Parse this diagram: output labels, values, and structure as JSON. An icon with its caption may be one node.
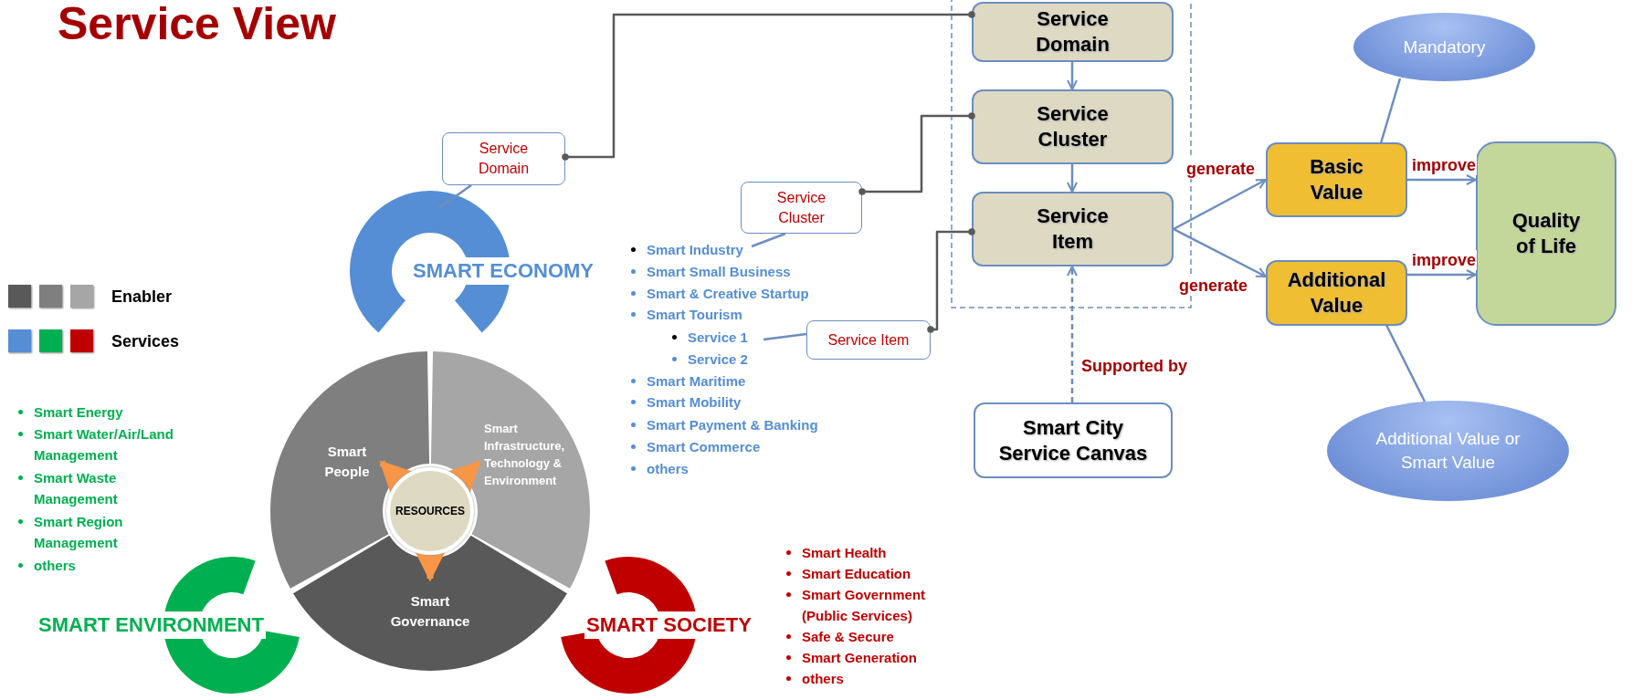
{
  "diagram": {
    "title": "Service View",
    "nodes": [
      {
        "text": [
          "Service Domain"
        ]
      },
      {
        "text": [
          "Service Cluster"
        ]
      },
      {
        "text": [
          "Service Item"
        ]
      },
      {
        "text": [
          "Service Domain"
        ]
      },
      {
        "text": [
          "Service Cluster"
        ]
      },
      {
        "text": [
          "Service Item"
        ]
      },
      {
        "text": [
          "Smart City Service Canvas"
        ]
      },
      {
        "text": [
          "Basic Value"
        ]
      },
      {
        "text": [
          "Additional Value"
        ]
      },
      {
        "text": [
          "Quality of Life"
        ]
      },
      {
        "text": [
          "Mandatory"
        ]
      },
      {
        "text": [
          "Additional Value or Smart Value"
        ]
      },
      {
        "text": [
          "SMART ECONOMY"
        ]
      },
      {
        "text": [
          "Smart People"
        ]
      },
      {
        "text": [
          "Smart Infrastructure, Technology & Environment"
        ]
      },
      {
        "text": [
          "RESOURCES"
        ]
      },
      {
        "text": [
          "Smart Governance"
        ]
      },
      {
        "text": [
          "SMART ENVIRONMENT"
        ]
      },
      {
        "text": [
          "SMART SOCIETY"
        ]
      },
      {
        "text": [
          "Smart Industry"
        ]
      },
      {
        "text": [
          "Service 1"
        ]
      }
    ],
    "edges": [
      {
        "from": 0,
        "to": 3,
        "arrow": "other",
        "color": "#595959"
      },
      {
        "from": 1,
        "to": 4,
        "arrow": "other",
        "color": "#595959"
      },
      {
        "from": 2,
        "to": 5,
        "arrow": "other",
        "color": "#595959"
      },
      {
        "from": 3,
        "to": 4,
        "arrow": "to"
      },
      {
        "from": 4,
        "to": 5,
        "arrow": "to"
      },
      {
        "from": 6,
        "to": 5,
        "arrow": "to",
        "label": "Supported by",
        "style": "dashed"
      },
      {
        "from": 5,
        "to": 7,
        "arrow": "to",
        "label": "generate"
      },
      {
        "from": 5,
        "to": 8,
        "arrow": "to",
        "label": "generate"
      },
      {
        "from": 7,
        "to": 9,
        "arrow": "to",
        "label": "improve"
      },
      {
        "from": 8,
        "to": 9,
        "arrow": "to",
        "label": "improve"
      },
      {
        "from": 15,
        "to": 13,
        "arrow": "to",
        "style": "thick",
        "color": "#f79646"
      },
      {
        "from": 15,
        "to": 14,
        "arrow": "to",
        "style": "thick",
        "color": "#f79646"
      },
      {
        "from": 15,
        "to": 16,
        "arrow": "to",
        "style": "thick",
        "color": "#f79646"
      },
      {
        "from": 0,
        "to": 12,
        "arrow": "none"
      },
      {
        "from": 1,
        "to": 19,
        "arrow": "none"
      },
      {
        "from": 2,
        "to": 20,
        "arrow": "none"
      },
      {
        "from": 10,
        "to": 7,
        "arrow": "none"
      },
      {
        "from": 11,
        "to": 8,
        "arrow": "none"
      }
    ],
    "labels": [
      "Smart Small Business",
      "Smart & Creative Startup",
      "Smart Tourism",
      "Service 2",
      "Smart Maritime",
      "Smart Mobility",
      "Smart Payment & Banking",
      "Smart Commerce",
      "others",
      "Smart Energy",
      "Smart Water/Air/Land Management",
      "Smart Waste Management",
      "Smart Region Management",
      "others",
      "Smart Health",
      "Smart Education",
      "Smart Government (Public Services)",
      "Safe & Secure",
      "Smart Generation",
      "others"
    ],
    "legend": [
      {
        "text": "Enabler",
        "color": "#595959"
      },
      {
        "text": "Services",
        "color": "#558ed5"
      }
    ]
  }
}
